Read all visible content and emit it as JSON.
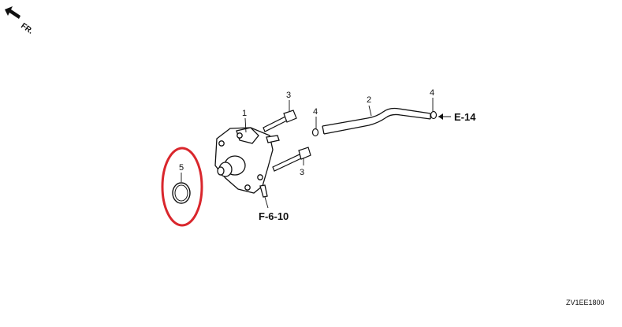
{
  "orientation": {
    "label": "FR."
  },
  "callouts": {
    "c1": "1",
    "c2": "2",
    "c3a": "3",
    "c3b": "3",
    "c4a": "4",
    "c4b": "4",
    "c5": "5"
  },
  "references": {
    "e14": "E-14",
    "f610": "F-6-10"
  },
  "diagram_code": "ZV1EE1800",
  "highlight_color": "#d9262c"
}
